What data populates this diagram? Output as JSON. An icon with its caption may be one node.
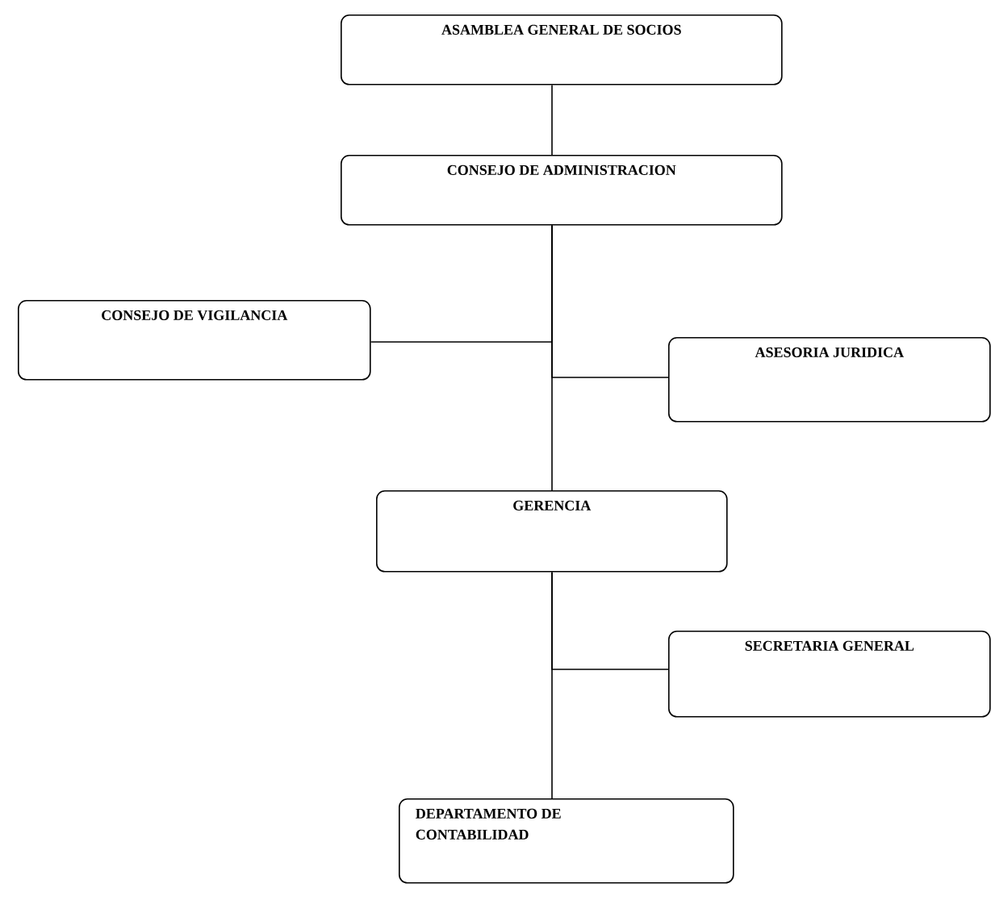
{
  "diagram": {
    "nodes": [
      {
        "text": [
          "ASAMBLEA GENERAL DE SOCIOS"
        ]
      },
      {
        "text": [
          "CONSEJO DE ADMINISTRACION"
        ]
      },
      {
        "text": [
          "CONSEJO DE VIGILANCIA"
        ]
      },
      {
        "text": [
          "ASESORIA JURIDICA"
        ]
      },
      {
        "text": [
          "GERENCIA"
        ]
      },
      {
        "text": [
          "SECRETARIA GENERAL"
        ]
      },
      {
        "text": [
          "DEPARTAMENTO DE CONTABILIDAD"
        ]
      }
    ],
    "edges": [
      {
        "from": 0,
        "to": 1,
        "arrow": "none"
      },
      {
        "from": 1,
        "to": 2,
        "arrow": "none"
      },
      {
        "from": 1,
        "to": 3,
        "arrow": "none"
      },
      {
        "from": 1,
        "to": 4,
        "arrow": "none"
      },
      {
        "from": 4,
        "to": 5,
        "arrow": "none"
      },
      {
        "from": 4,
        "to": 6,
        "arrow": "none"
      }
    ]
  }
}
